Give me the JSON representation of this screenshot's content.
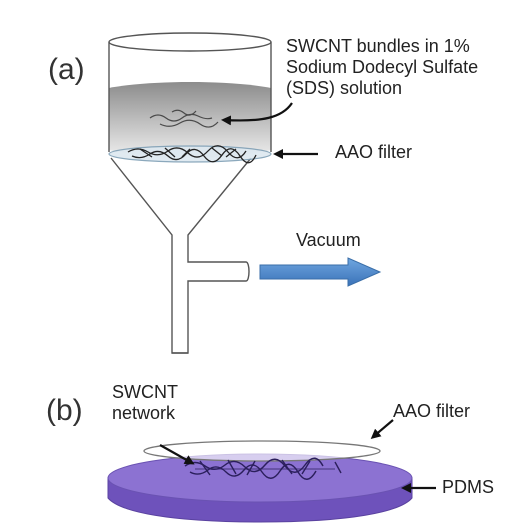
{
  "panel_a": {
    "label": "(a)",
    "bundles_line1": "SWCNT bundles in 1%",
    "bundles_line2": "Sodium Dodecyl Sulfate",
    "bundles_line3": "(SDS) solution",
    "filter_label": "AAO filter",
    "vacuum_label": "Vacuum"
  },
  "panel_b": {
    "label": "(b)",
    "network_line1": "SWCNT",
    "network_line2": "network",
    "filter_label": "AAO filter",
    "substrate_label": "PDMS"
  },
  "colors": {
    "vacuum_arrow": "#4a86c8",
    "pdms": "#8a6fd0",
    "pdms_side": "#6c50b8",
    "solution": "#9a9a9a",
    "filter": "#d8e6f0"
  }
}
